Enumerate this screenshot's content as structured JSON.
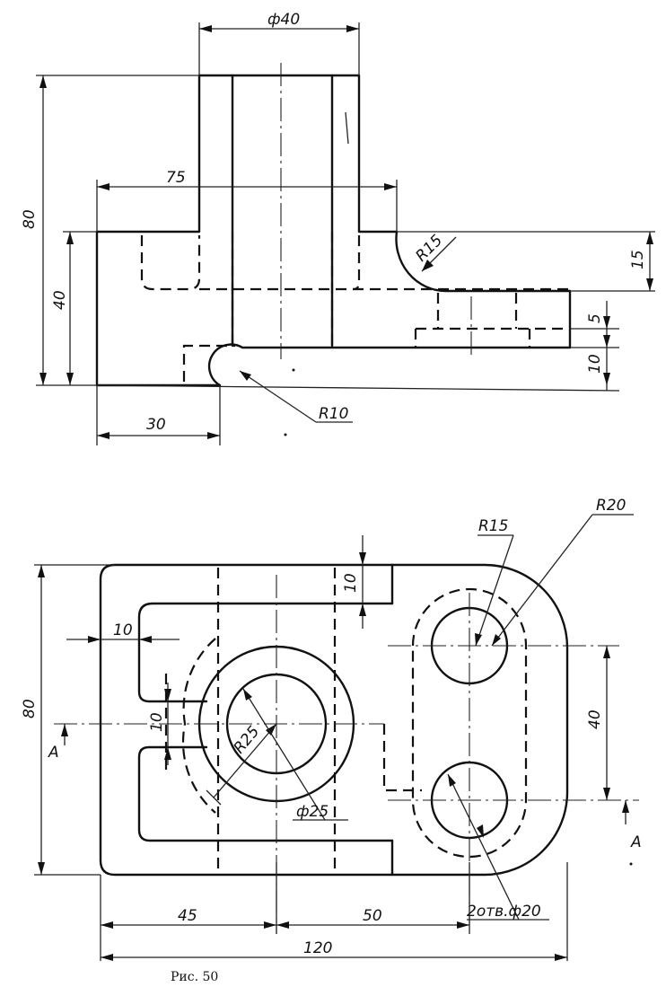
{
  "caption": "Рис. 50",
  "front_view": {
    "dims": {
      "diameter_40": "ф40",
      "height_80": "80",
      "width_75": "75",
      "height_40": "40",
      "depth_15": "15",
      "radius_15": "R15",
      "step_5": "5",
      "step_10": "10",
      "width_30": "30",
      "radius_10": "R10"
    }
  },
  "top_view": {
    "dims": {
      "radius_15": "R15",
      "radius_20": "R20",
      "gap_10_top": "10",
      "left_10": "10",
      "slot_10": "10",
      "height_80": "80",
      "spacing_40": "40",
      "radius_25": "R25",
      "diameter_25": "ф25",
      "length_45": "45",
      "length_50": "50",
      "holes": "2отв.ф20",
      "length_120": "120"
    },
    "section_marks": {
      "left": "A",
      "right": "A"
    }
  }
}
